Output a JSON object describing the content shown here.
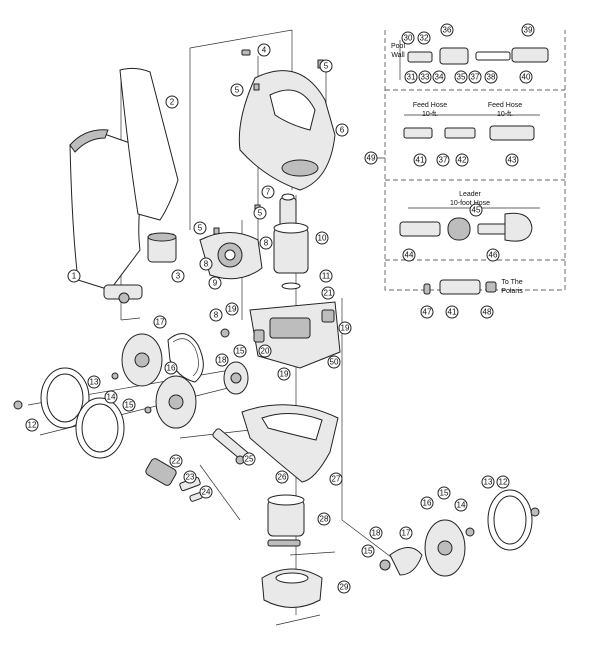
{
  "diagram": {
    "callouts": [
      "1",
      "2",
      "3",
      "4",
      "5",
      "6",
      "7",
      "8",
      "9",
      "10",
      "11",
      "12",
      "13",
      "14",
      "15",
      "16",
      "17",
      "18",
      "19",
      "20",
      "21",
      "22",
      "23",
      "24",
      "25",
      "26",
      "27",
      "28",
      "29",
      "30",
      "31",
      "32",
      "33",
      "34",
      "35",
      "36",
      "37",
      "38",
      "39",
      "40",
      "41",
      "42",
      "43",
      "44",
      "45",
      "46",
      "47",
      "48",
      "49",
      "50"
    ],
    "inset_labels": {
      "pool_wall": [
        "Pool",
        "Wall"
      ],
      "feed_hose": [
        "Feed Hose",
        "10-ft."
      ],
      "feed_hose_2": [
        "Feed Hose",
        "10-ft."
      ],
      "leader": [
        "Leader",
        "10-foot Hose"
      ],
      "to_polaris": [
        "To The",
        "Polaris"
      ]
    }
  }
}
